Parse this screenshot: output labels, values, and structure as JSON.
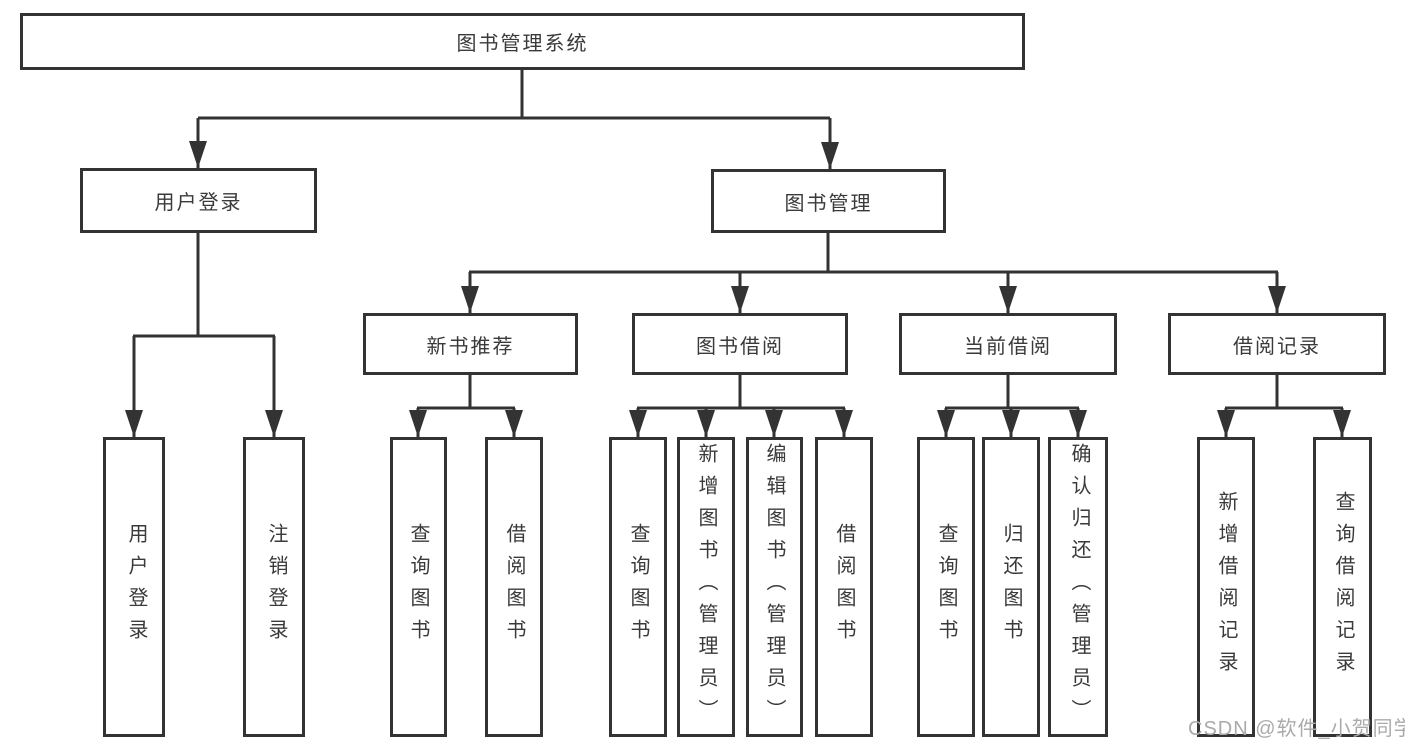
{
  "diagram_title": "图书管理系统",
  "tree": {
    "label": "图书管理系统",
    "children": [
      {
        "label": "用户登录",
        "children": [
          {
            "label": "用户登录"
          },
          {
            "label": "注销登录"
          }
        ]
      },
      {
        "label": "图书管理",
        "children": [
          {
            "label": "新书推荐",
            "children": [
              {
                "label": "查询图书"
              },
              {
                "label": "借阅图书"
              }
            ]
          },
          {
            "label": "图书借阅",
            "children": [
              {
                "label": "查询图书"
              },
              {
                "label": "新增图书（管理员）"
              },
              {
                "label": "编辑图书（管理员）"
              },
              {
                "label": "借阅图书"
              }
            ]
          },
          {
            "label": "当前借阅",
            "children": [
              {
                "label": "查询图书"
              },
              {
                "label": "归还图书"
              },
              {
                "label": "确认归还（管理员）"
              }
            ]
          },
          {
            "label": "借阅记录",
            "children": [
              {
                "label": "新增借阅记录"
              },
              {
                "label": "查询借阅记录"
              }
            ]
          }
        ]
      }
    ]
  },
  "watermark": {
    "text": "CSDN @软件_小贺同学"
  },
  "colors": {
    "line": "#333333",
    "text": "#3a3a3a",
    "watermark_text": "#aaaaaa",
    "background": "#ffffff"
  }
}
